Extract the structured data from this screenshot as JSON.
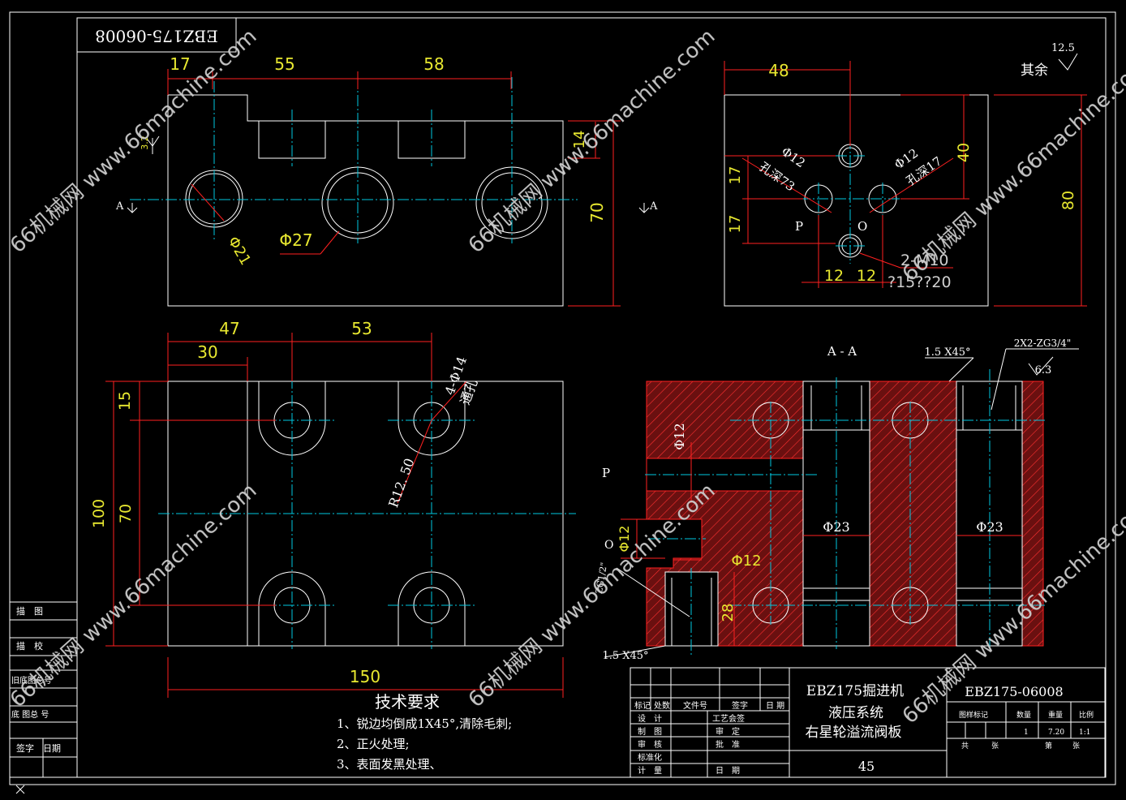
{
  "drawing_no_rotated": "EBZ175-06008",
  "roughness": {
    "value": "12.5",
    "label": "其余"
  },
  "views": {
    "front": {
      "dims": {
        "d17": "17",
        "d55": "55",
        "d58": "58",
        "d14": "14",
        "d70": "70",
        "d3_2": "3.2"
      },
      "labels": {
        "phi21": "Φ21",
        "phi27": "Φ27",
        "a_left": "A",
        "a_right": "A"
      }
    },
    "side": {
      "dims": {
        "d48": "48",
        "d40": "40",
        "d80": "80",
        "d17a": "17",
        "d17b": "17",
        "d12a": "12",
        "d12b": "12"
      },
      "labels": {
        "phi12_l": "Φ12",
        "depth_l": "孔深73",
        "phi12_r": "Φ12",
        "depth_r": "孔深17",
        "p": "P",
        "o": "O",
        "thread": "2-M10",
        "thread2": "?15??20"
      }
    },
    "top": {
      "dims": {
        "d47": "47",
        "d53": "53",
        "d30": "30",
        "d15": "15",
        "d100": "100",
        "d70": "70",
        "d150": "150"
      },
      "labels": {
        "holes": "4-Φ14",
        "thru": "通孔",
        "radius": "R12. 50"
      }
    },
    "section": {
      "title": "A - A",
      "labels": {
        "chamfer_top": "1.5 X45°",
        "thread_top": "2X2-ZG3/4\"",
        "rough": "6.3",
        "phi12_v": "Φ12",
        "p": "P",
        "phi23_l": "Φ23",
        "phi23_r": "Φ23",
        "o": "O",
        "phi12_o": "Φ12",
        "phi12_h": "Φ12",
        "zg": "ZG1/2\"",
        "d28": "28",
        "chamfer_bot": "1.5 X45°"
      }
    }
  },
  "tech_req": {
    "title": "技术要求",
    "items": [
      "1、锐边均倒成1X45°,清除毛刺;",
      "2、正火处理;",
      "3、表面发黑处理、"
    ]
  },
  "left_strip": [
    "描　图",
    "描　校",
    "旧底图总号",
    "底 图总 号",
    "签字　日期"
  ],
  "title_block": {
    "project": "EBZ175掘进机",
    "system": "液压系统",
    "part": "右星轮溢流阀板",
    "material": "45",
    "drawing_no": "EBZ175-06008",
    "row_headers": [
      "标记",
      "处数",
      "文件号",
      "签字",
      "日 期"
    ],
    "roles": [
      "设　计",
      "制　图",
      "审　核",
      "标准化",
      "计　量"
    ],
    "roles2": [
      "工艺会签",
      "审　定",
      "批　准",
      "日　期"
    ],
    "stage_headers": [
      "图样标记",
      "数量",
      "重量",
      "比例"
    ],
    "stage_values": [
      "1",
      "7.20",
      "1:1"
    ],
    "sheet": [
      "共",
      "张",
      "第",
      "张"
    ]
  },
  "watermark": "66机械网 www.66machine.com"
}
